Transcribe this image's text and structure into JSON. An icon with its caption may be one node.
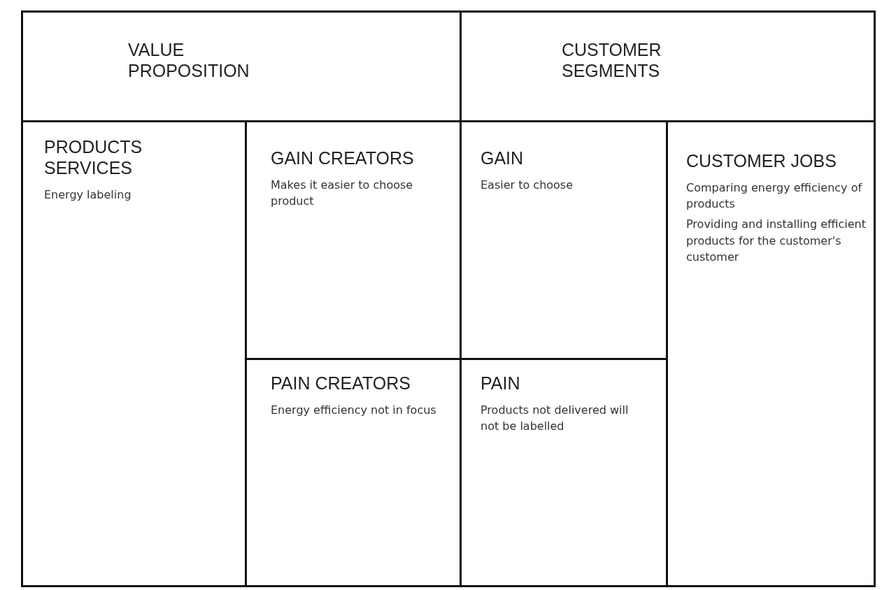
{
  "diagram": {
    "nodes": [
      {
        "text": [
          "VALUE PROPOSITION"
        ]
      },
      {
        "text": [
          "CUSTOMER SEGMENTS"
        ]
      },
      {
        "text": [
          "PRODUCTS SERVICES",
          "Energy labeling"
        ]
      },
      {
        "text": [
          "GAIN CREATORS",
          "Makes it easier to choose product"
        ]
      },
      {
        "text": [
          "PAIN CREATORS",
          "Energy efficiency not in focus"
        ]
      },
      {
        "text": [
          "GAIN",
          "Easier to choose"
        ]
      },
      {
        "text": [
          "PAIN",
          "Products not delivered will not be labelled"
        ]
      },
      {
        "text": [
          "CUSTOMER JOBS",
          "Comparing energy efficiency of products",
          "Providing and installing efficient products for the customer's customer"
        ]
      }
    ]
  }
}
